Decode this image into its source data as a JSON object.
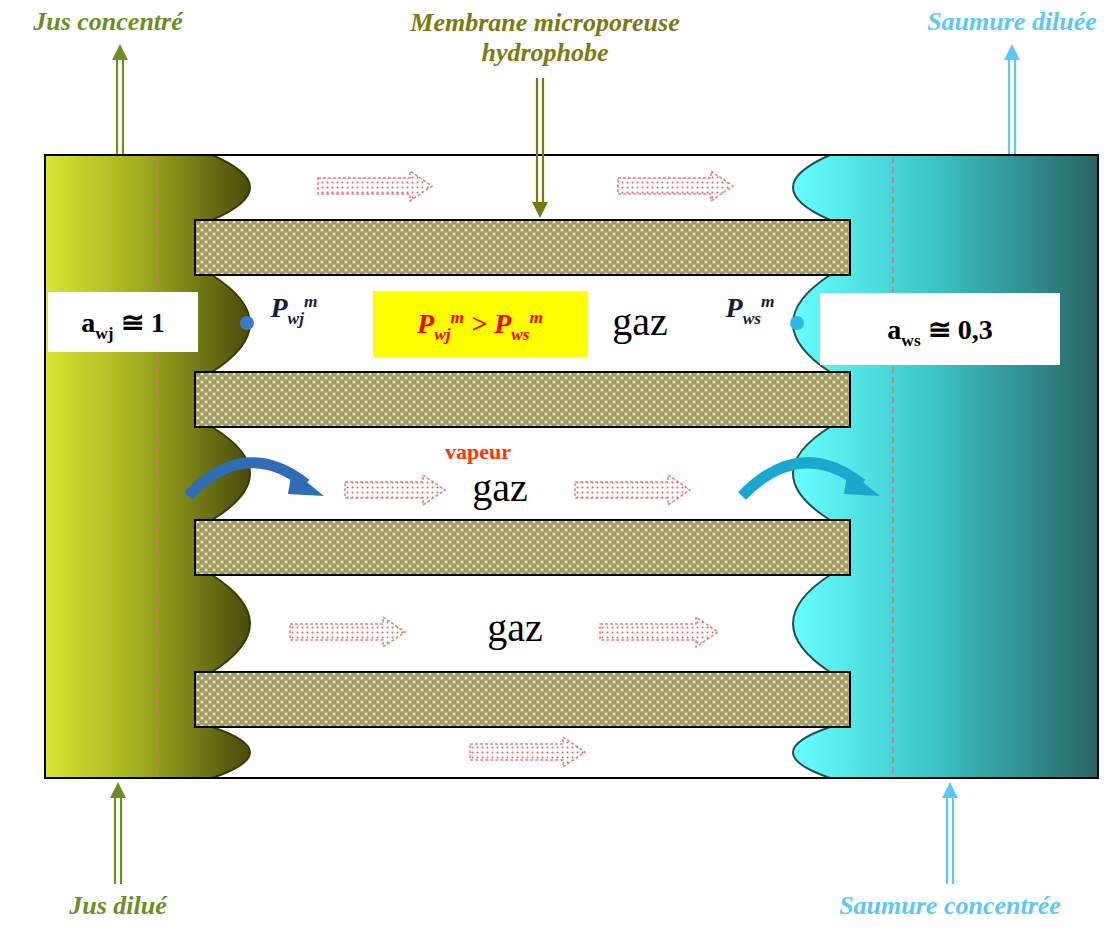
{
  "diagram": {
    "nodes": [
      {
        "text": [
          "awj ≅ 1"
        ]
      },
      {
        "text": [
          "aws ≅ 0,3"
        ]
      },
      {
        "text": [
          "Pwjm > Pwsm"
        ]
      }
    ],
    "labels": [
      "Jus concentré",
      "Membrane microporeuse hydrophobe",
      "Saumure diluée",
      "Pwjm",
      "gaz",
      "Pwsm",
      "vapeur",
      "gaz",
      "gaz",
      "Jus dilué",
      "Saumure concentrée"
    ]
  }
}
